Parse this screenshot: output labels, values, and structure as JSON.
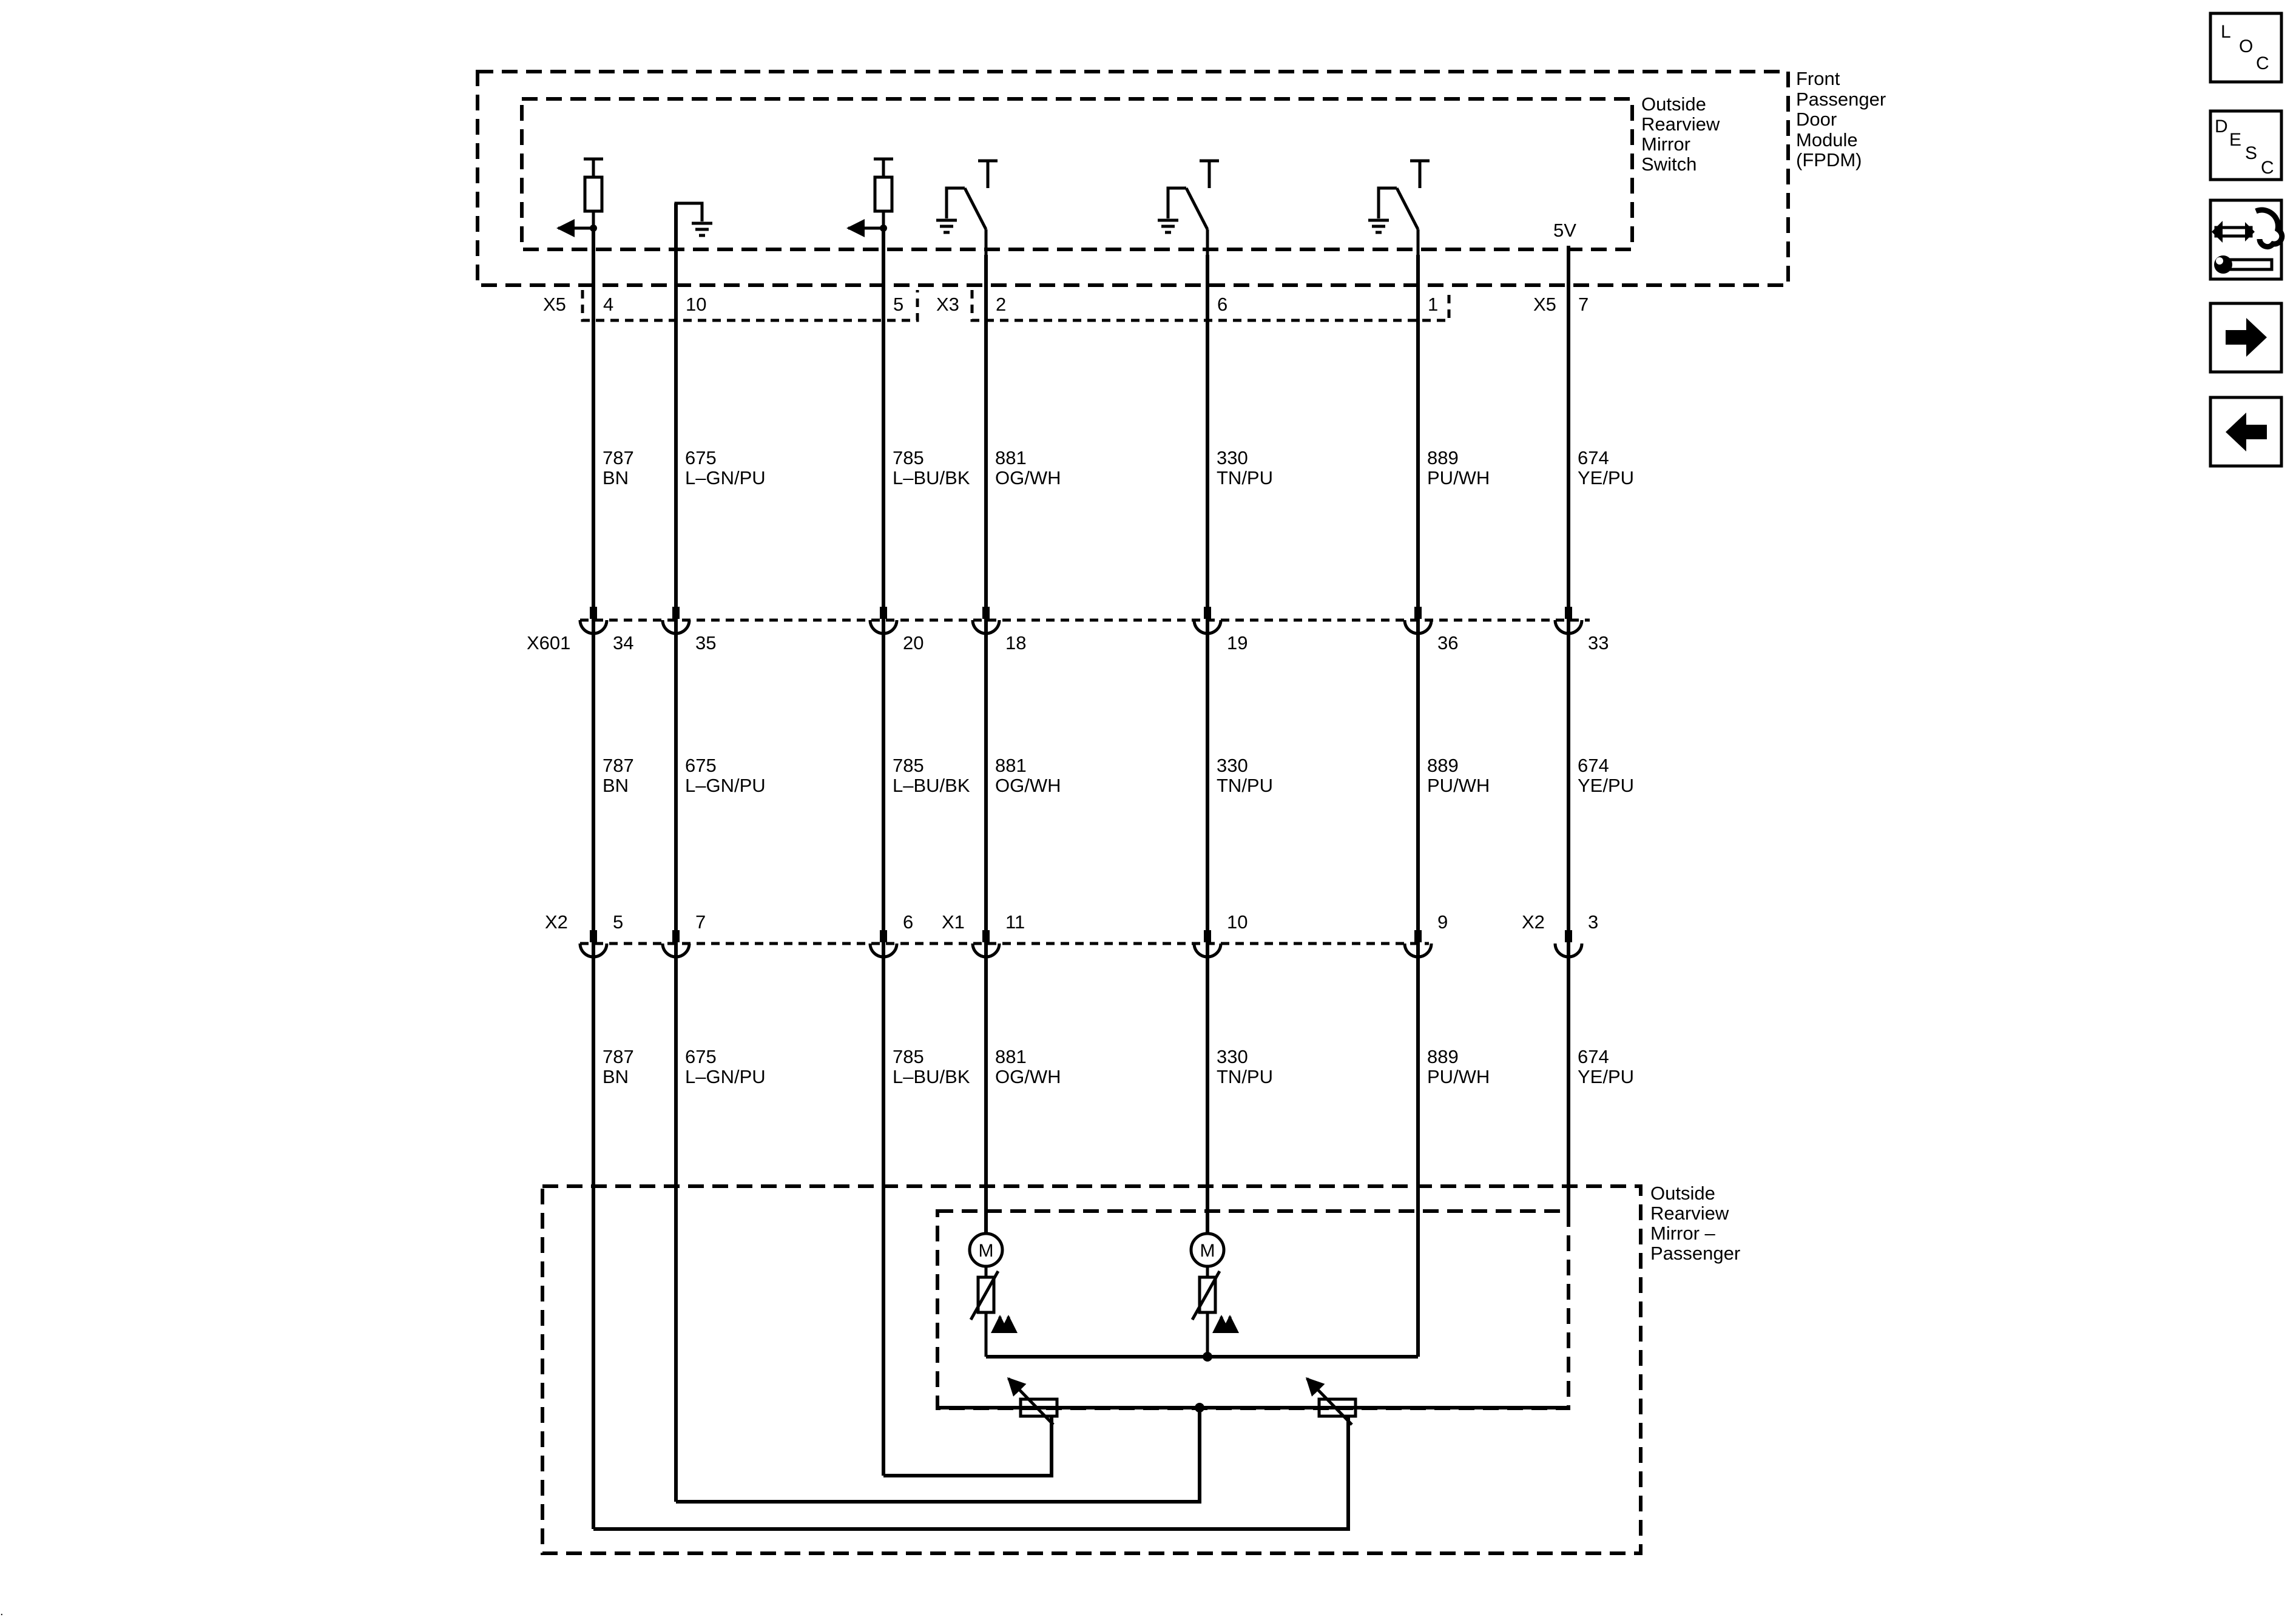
{
  "components": {
    "fpdm": {
      "lines": [
        "Front",
        "Passenger",
        "Door",
        "Module",
        "(FPDM)"
      ]
    },
    "switch": {
      "lines": [
        "Outside",
        "Rearview",
        "Mirror",
        "Switch"
      ]
    },
    "mirror": {
      "lines": [
        "Outside",
        "Rearview",
        "Mirror –",
        "Passenger"
      ]
    }
  },
  "voltage_label": "5V",
  "connectors": {
    "fpdm_left": "X5",
    "fpdm_mid": "X3",
    "fpdm_right": "X5",
    "inline": "X601",
    "mirror_left": "X2",
    "mirror_mid": "X1",
    "mirror_right": "X2"
  },
  "wires": [
    {
      "circuit": "787",
      "color": "BN",
      "fpdm_pin": "4",
      "x601_pin": "34",
      "mirror_pin": "5"
    },
    {
      "circuit": "675",
      "color": "L–GN/PU",
      "fpdm_pin": "10",
      "x601_pin": "35",
      "mirror_pin": "7"
    },
    {
      "circuit": "785",
      "color": "L–BU/BK",
      "fpdm_pin": "5",
      "x601_pin": "20",
      "mirror_pin": "6"
    },
    {
      "circuit": "881",
      "color": "OG/WH",
      "fpdm_pin": "2",
      "x601_pin": "18",
      "mirror_pin": "11"
    },
    {
      "circuit": "330",
      "color": "TN/PU",
      "fpdm_pin": "6",
      "x601_pin": "19",
      "mirror_pin": "10"
    },
    {
      "circuit": "889",
      "color": "PU/WH",
      "fpdm_pin": "1",
      "x601_pin": "36",
      "mirror_pin": "9"
    },
    {
      "circuit": "674",
      "color": "YE/PU",
      "fpdm_pin": "7",
      "x601_pin": "33",
      "mirror_pin": "3"
    }
  ],
  "motor_label": "M",
  "nav": {
    "loc": [
      "L",
      "O",
      "C"
    ],
    "desc": [
      "D",
      "E",
      "S",
      "C"
    ],
    "icons": [
      "connector-wrench-icon",
      "arrow-right-icon",
      "arrow-left-icon"
    ]
  }
}
